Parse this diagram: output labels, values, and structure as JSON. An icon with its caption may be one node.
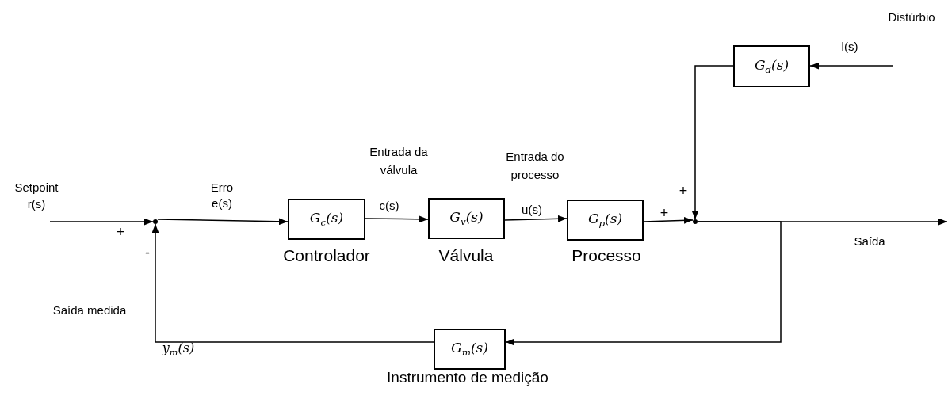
{
  "diagram": {
    "nodes": [
      {
        "text": [],
        "shape": "point"
      },
      {
        "text": [
          "G$_{c}$(s)"
        ],
        "beside": [
          "Controlador"
        ]
      },
      {
        "text": [
          "G$_{v}$(s)"
        ],
        "beside": [
          "Válvula"
        ]
      },
      {
        "text": [
          "G$_{p}$(s)"
        ],
        "beside": [
          "Processo"
        ]
      },
      {
        "text": [],
        "shape": "point"
      },
      {
        "text": [
          "G$_{d}$(s)"
        ]
      },
      {
        "text": [
          "G$_{m}$(s)"
        ],
        "beside": [
          "Instrumento de medição"
        ]
      }
    ],
    "edges": [
      {
        "from": null,
        "to": 0,
        "arrow": "to"
      },
      {
        "from": 0,
        "to": 1,
        "arrow": "to",
        "label": "e(s)"
      },
      {
        "from": 1,
        "to": 2,
        "arrow": "to",
        "label": "c(s)"
      },
      {
        "from": 2,
        "to": 3,
        "arrow": "to",
        "label": "u(s)"
      },
      {
        "from": 3,
        "to": 4,
        "arrow": "to"
      },
      {
        "from": 5,
        "to": 4,
        "arrow": "to"
      },
      {
        "from": null,
        "to": 5,
        "arrow": "to",
        "label": "l(s)"
      },
      {
        "from": 4,
        "to": null,
        "arrow": "to"
      },
      {
        "from": 4,
        "to": 6,
        "arrow": "to"
      },
      {
        "from": 6,
        "to": 0,
        "arrow": "to"
      }
    ],
    "labels": [
      "Distúrbio",
      "Entrada da válvula",
      "Entrada do processo",
      "Setpoint",
      "r(s)",
      "Erro",
      "+",
      "+",
      "+",
      "-",
      "Saída",
      "Saída medida",
      "y$_{m}$(s)"
    ]
  }
}
